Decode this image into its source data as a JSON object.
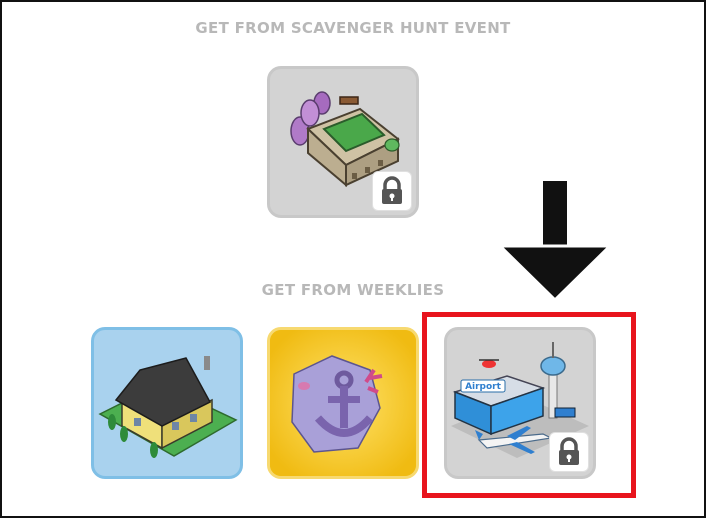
{
  "sections": {
    "scavenger": {
      "title": "GET FROM SCAVENGER HUNT EVENT"
    },
    "weeklies": {
      "title": "GET FROM WEEKLIES"
    }
  },
  "items": [
    {
      "name": "garden-building",
      "locked": true,
      "icon": "building-with-rooftop-garden-icon"
    },
    {
      "name": "yellow-house",
      "locked": false,
      "icon": "yellow-house-icon"
    },
    {
      "name": "purple-anchor-island",
      "locked": false,
      "icon": "anchor-island-icon"
    },
    {
      "name": "airport",
      "locked": true,
      "icon": "airport-icon",
      "sign_text": "Airport",
      "highlighted": true
    }
  ],
  "colors": {
    "heading": "#b8b8b8",
    "locked_card": "#d3d3d3",
    "house_card": "#a9d2ee",
    "sun_card": "#f2c418",
    "highlight": "#e8141d",
    "arrow": "#111111"
  }
}
